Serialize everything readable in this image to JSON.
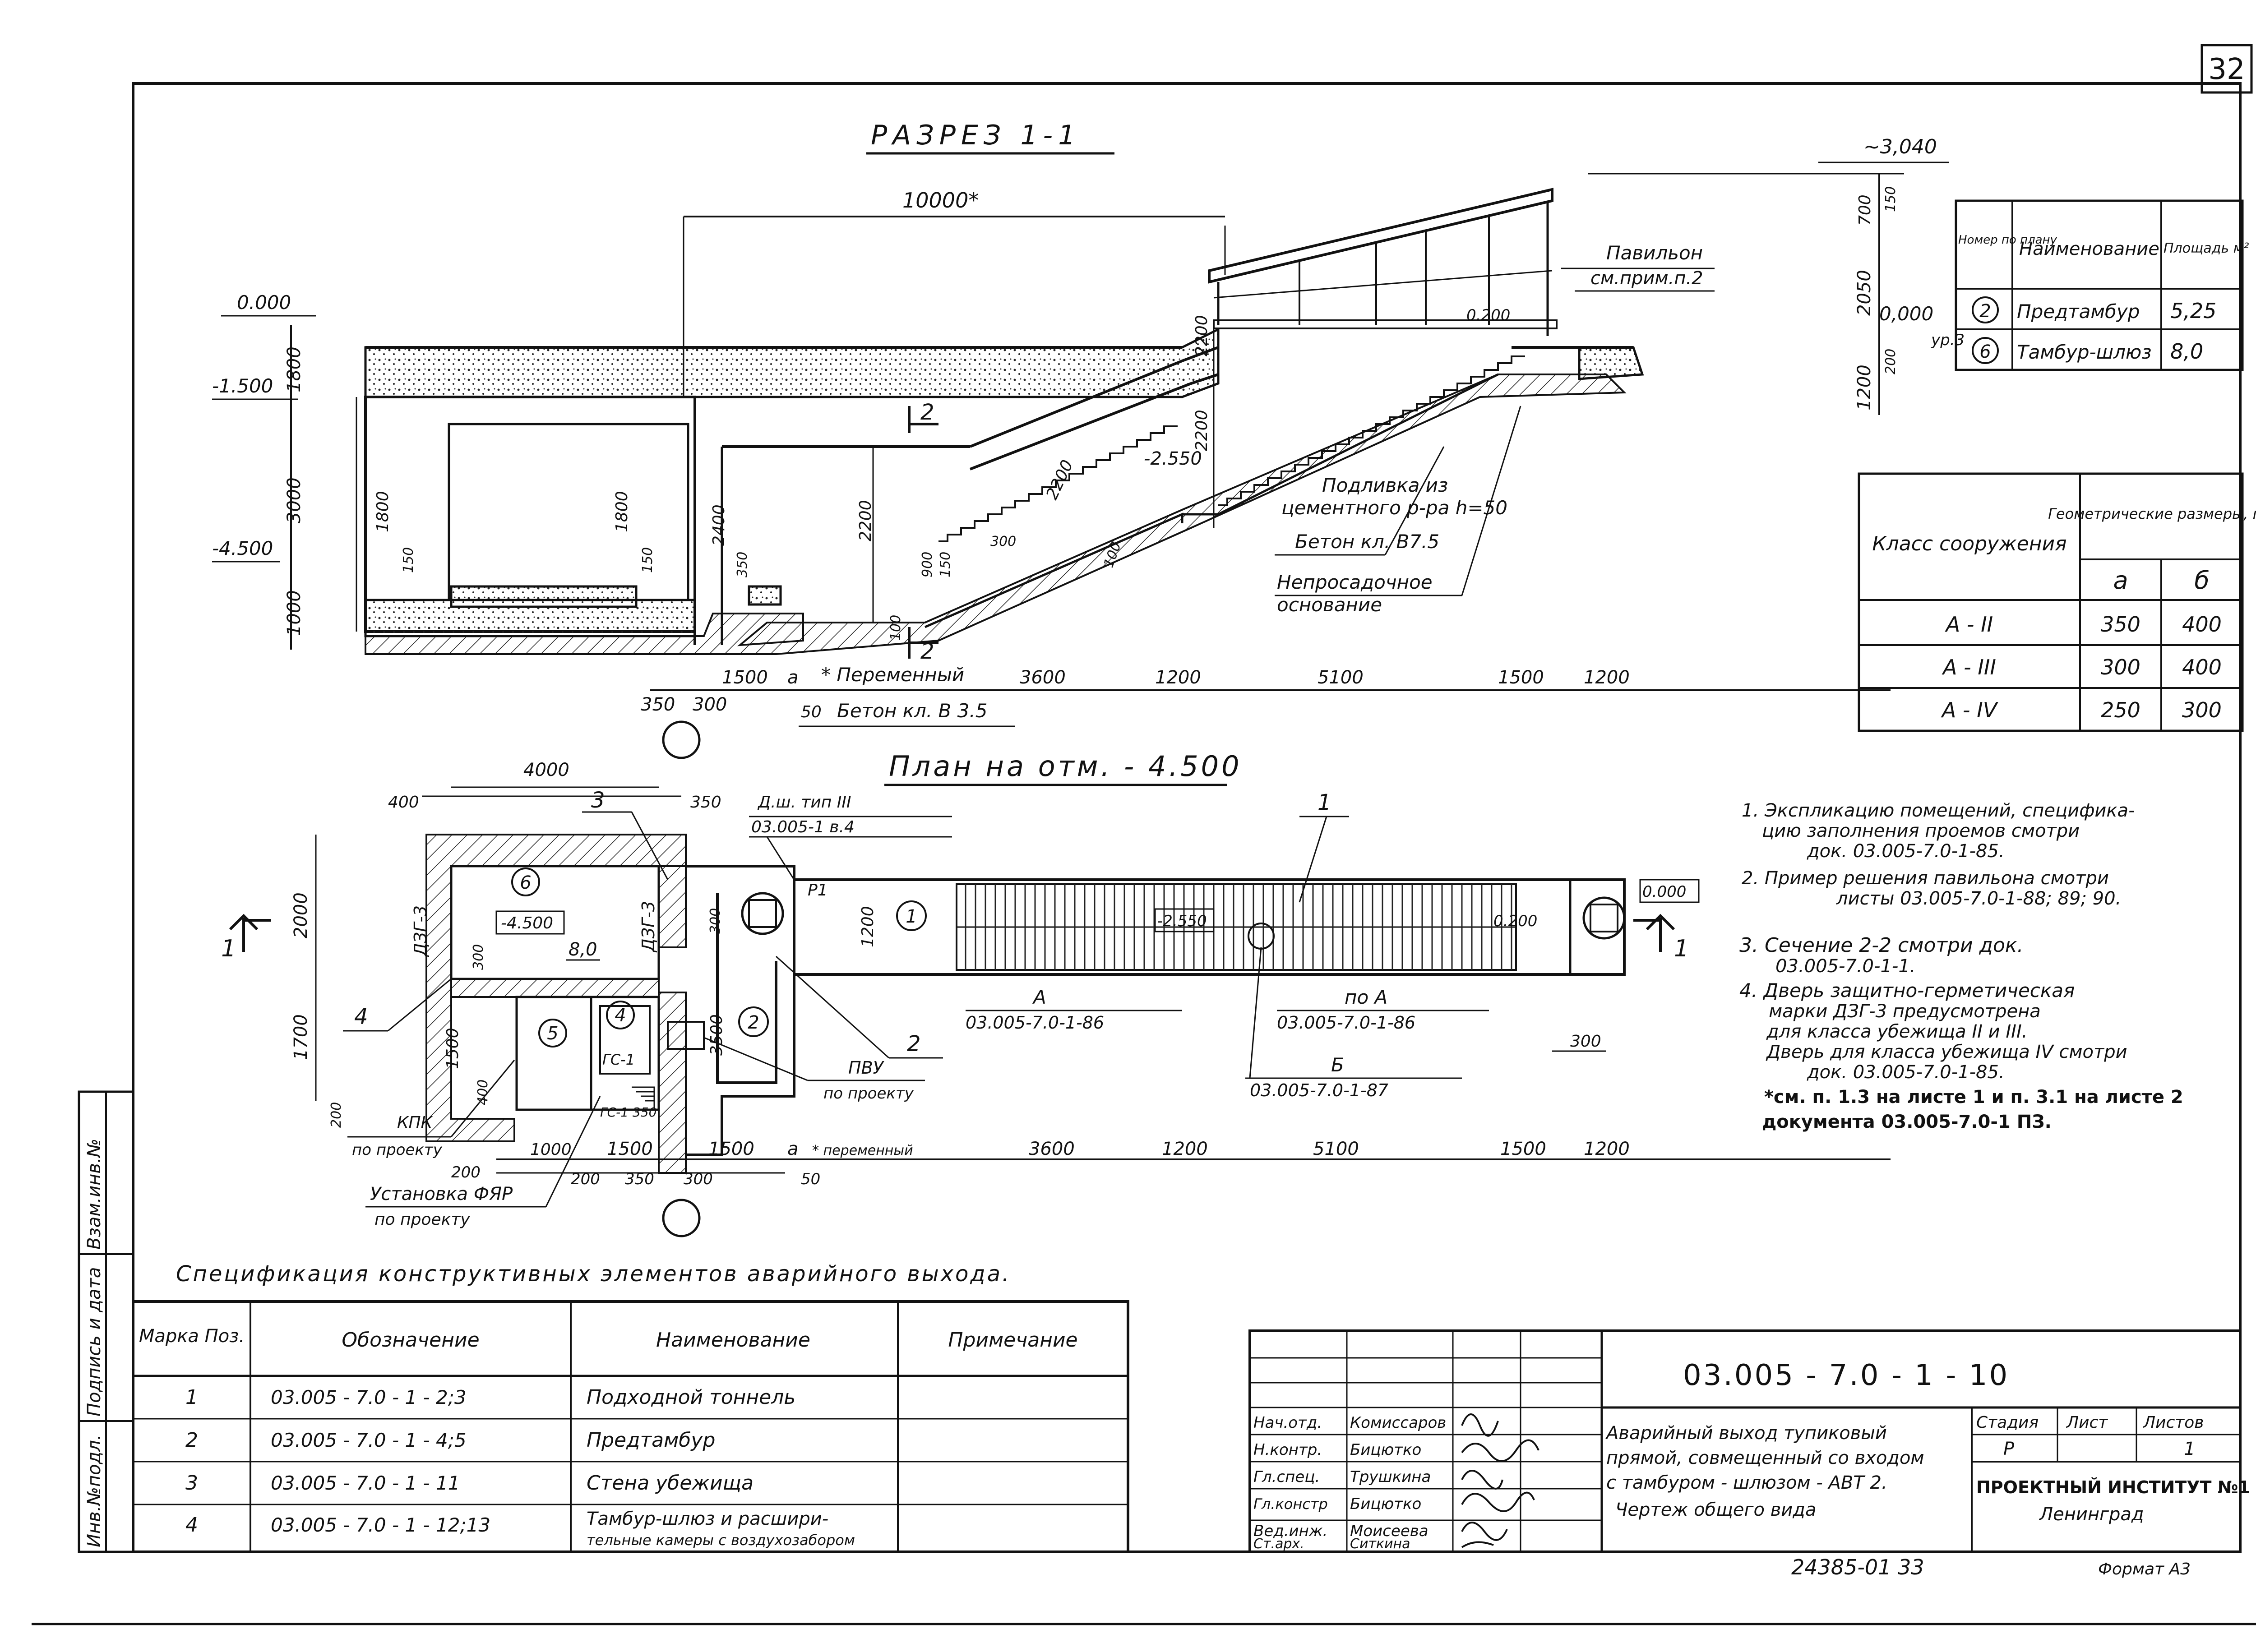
{
  "sheet_number": "32",
  "section": {
    "title": "РАЗРЕЗ  1-1",
    "dim_top": "10000*",
    "elev_top": "~3,040",
    "pavilion_label": "Павильон",
    "pavilion_ref": "см.прим.п.2",
    "elev_000_left": "0.000",
    "elev_1500": "-1.500",
    "elev_4500": "-4.500",
    "elev_2550": "-2.550",
    "elev_0200": "0.200",
    "elev_000_right": "0,000",
    "level_mark_right": "ур.3",
    "vdims_left": [
      "1800",
      "3000",
      "1000"
    ],
    "vdims_inner": [
      "1800",
      "150",
      "1800",
      "150",
      "2400",
      "350",
      "2200"
    ],
    "vdims_stair": [
      "2200",
      "2200",
      "2200",
      "900",
      "150",
      "300",
      "100",
      "100"
    ],
    "vdims_right": [
      "700",
      "150",
      "2050",
      "1200",
      "200"
    ],
    "note_screed": "Подливка из",
    "note_screed2": "цементного р-ра h=50",
    "note_concrete": "Бетон кл. В7.5",
    "note_base": "Непросадочное",
    "note_base2": "основание",
    "note_variable": "* Переменный",
    "note_concrete_b": "Бетон кл. В 3.5",
    "cut_2": "2",
    "dims_bottom": [
      "350",
      "300",
      "1500",
      "a",
      "50",
      "3600",
      "1200",
      "5100",
      "1500",
      "1200"
    ]
  },
  "plan": {
    "title": "План  на  отм. - 4.500",
    "dim_4000": "4000",
    "dims_left_top": [
      "400",
      "350"
    ],
    "callout_3": "3",
    "callout_1": "1",
    "callout_2": "2",
    "callout_4": "4",
    "cut_1_left": "1",
    "cut_1_right": "1",
    "door_ref": "Д.ш. тип III",
    "door_doc": "03.005-1 в.4",
    "room_6": "6",
    "room_6_elev": "-4.500",
    "room_6_area": "8,0",
    "room_5": "5",
    "room_4": "4",
    "room_2": "2",
    "room_1": "1",
    "dzg_left": "ДЗГ-3",
    "dzg_right": "ДЗГ-3",
    "label_p1": "Р1",
    "elev_2550": "-2.550",
    "elev_0200": "0.200",
    "elev_0000": "0.000",
    "label_gs1": "ГС-1",
    "label_gs1_350": "ГС-1 350",
    "label_a": "А",
    "ref_a": "03.005-7.0-1-86",
    "label_pa": "по А",
    "ref_pa": "03.005-7.0-1-86",
    "label_b": "Б",
    "ref_b": "03.005-7.0-1-87",
    "label_pvu": "ПВУ",
    "pvu_note": "по проекту",
    "label_kpk": "КПК",
    "kpk_note": "по проекту",
    "label_fyar": "Установка ФЯР",
    "fyar_note": "по проекту",
    "vdims_left": [
      "2000",
      "1700",
      "1500",
      "400",
      "200"
    ],
    "vdims_inner": [
      "300",
      "3500",
      "1200",
      "300"
    ],
    "dims_bottom": [
      "200",
      "1000",
      "1500",
      "200",
      "350",
      "300",
      "1500",
      "a",
      "50",
      "3600",
      "1200",
      "5100",
      "1500",
      "1200"
    ],
    "note_variable": "* переменный",
    "dim_300": "300"
  },
  "rooms_table": {
    "headers": [
      "Номер по плану",
      "Наименование",
      "Площадь м²"
    ],
    "rows": [
      {
        "num": "2",
        "name": "Предтамбур",
        "area": "5,25"
      },
      {
        "num": "6",
        "name": "Тамбур-шлюз",
        "area": "8,0"
      }
    ]
  },
  "class_table": {
    "h_class": "Класс сооружения",
    "h_geom": "Геометрические размеры, мм",
    "h_a": "а",
    "h_b": "б",
    "rows": [
      {
        "cls": "А - II",
        "a": "350",
        "b": "400"
      },
      {
        "cls": "А - III",
        "a": "300",
        "b": "400"
      },
      {
        "cls": "А - IV",
        "a": "250",
        "b": "300"
      }
    ]
  },
  "notes": [
    "1. Экспликацию помещений, специфика-",
    "цию заполнения проемов смотри",
    "док. 03.005-7.0-1-85.",
    "2. Пример решения павильона смотри",
    "листы 03.005-7.0-1-88; 89; 90.",
    "3. Сечение 2-2 смотри док.",
    "03.005-7.0-1-1.",
    "4. Дверь защитно-герметическая",
    "марки ДЗГ-3 предусмотрена",
    "для класса убежища II и III.",
    "Дверь для класса убежища IV смотри",
    "док. 03.005-7.0-1-85.",
    "*см. п. 1.3 на листе 1 и п. 3.1 на листе 2",
    "документа 03.005-7.0-1 ПЗ."
  ],
  "spec": {
    "title": "Спецификация  конструктивных  элементов аварийного  выхода.",
    "headers": [
      "Марка Поз.",
      "Обозначение",
      "Наименование",
      "Примечание"
    ],
    "rows": [
      {
        "mark": "1",
        "code": "03.005 - 7.0 - 1 - 2;3",
        "name": "Подходной тоннель",
        "note": ""
      },
      {
        "mark": "2",
        "code": "03.005 - 7.0 - 1 - 4;5",
        "name": "Предтамбур",
        "note": ""
      },
      {
        "mark": "3",
        "code": "03.005 - 7.0 - 1 - 11",
        "name": "Стена убежища",
        "note": ""
      },
      {
        "mark": "4",
        "code": "03.005 - 7.0 - 1 - 12;13",
        "name": "Тамбур-шлюз и расшири-",
        "name2": "тельные камеры с воздухозабором",
        "note": ""
      }
    ]
  },
  "side_stamp": [
    "Инв.№подл.",
    "Подпись и дата",
    "Взам.инв.№"
  ],
  "title_block": {
    "doc_code": "03.005 - 7.0 - 1 - 10",
    "signers": [
      {
        "role": "Нач.отд.",
        "name": "Комиссаров"
      },
      {
        "role": "Н.контр.",
        "name": "Бицютко"
      },
      {
        "role": "Гл.спец.",
        "name": "Трушкина"
      },
      {
        "role": "Гл.констр",
        "name": "Бицютко"
      },
      {
        "role": "Вед.инж.",
        "name": "Моисеева"
      },
      {
        "role": "Ст.арх.",
        "name": "Ситкина"
      }
    ],
    "description": [
      "Аварийный выход тупиковый",
      "прямой, совмещенный со входом",
      "с тамбуром - шлюзом - АВТ 2.",
      "Чертеж общего вида"
    ],
    "stage_h": "Стадия",
    "sheet_h": "Лист",
    "sheets_h": "Листов",
    "stage": "Р",
    "sheet": "",
    "sheets": "1",
    "org": "ПРОЕКТНЫЙ ИНСТИТУТ №1",
    "city": "Ленинград",
    "archive": "24385-01  33",
    "format": "Формат А3"
  }
}
